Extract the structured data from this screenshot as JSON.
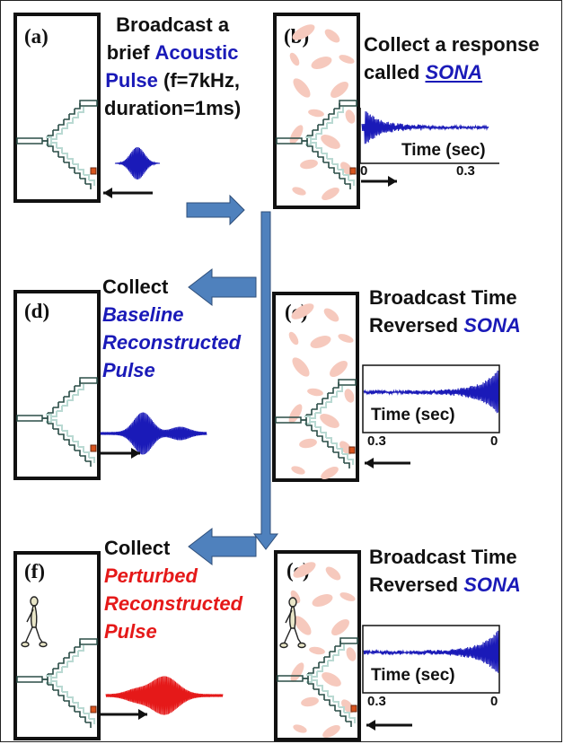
{
  "panels": {
    "a": {
      "label": "(a)",
      "lines": [
        [
          {
            "t": "Broadcast a",
            "c": "black"
          }
        ],
        [
          {
            "t": "brief ",
            "c": "black"
          },
          {
            "t": "Acoustic",
            "c": "blue"
          }
        ],
        [
          {
            "t": "Pulse",
            "c": "blue"
          },
          {
            "t": " (f=7kHz,",
            "c": "black"
          }
        ],
        [
          {
            "t": "duration=1ms)",
            "c": "black"
          }
        ]
      ]
    },
    "b": {
      "label": "(b)",
      "lines": [
        [
          {
            "t": "Collect a response",
            "c": "black"
          }
        ],
        [
          {
            "t": "called ",
            "c": "black"
          },
          {
            "t": "SONA",
            "c": "blue",
            "i": true,
            "u": true
          }
        ]
      ],
      "xlabel": "Time (sec)",
      "ticks": [
        "0",
        "0.3"
      ]
    },
    "c": {
      "label": "(c)",
      "lines": [
        [
          {
            "t": "Broadcast Time",
            "c": "black"
          }
        ],
        [
          {
            "t": "Reversed ",
            "c": "black"
          },
          {
            "t": "SONA",
            "c": "blue",
            "i": true
          }
        ]
      ],
      "xlabel": "Time (sec)",
      "ticks": [
        "0.3",
        "0"
      ]
    },
    "d": {
      "label": "(d)",
      "lines": [
        [
          {
            "t": "Collect",
            "c": "black"
          }
        ],
        [
          {
            "t": "Baseline",
            "c": "blue",
            "i": true
          }
        ],
        [
          {
            "t": "Reconstructed",
            "c": "blue",
            "i": true
          }
        ],
        [
          {
            "t": "Pulse",
            "c": "blue",
            "i": true
          }
        ]
      ]
    },
    "e": {
      "label": "(e)",
      "lines": [
        [
          {
            "t": "Broadcast Time",
            "c": "black"
          }
        ],
        [
          {
            "t": "Reversed ",
            "c": "black"
          },
          {
            "t": "SONA",
            "c": "blue",
            "i": true
          }
        ]
      ],
      "xlabel": "Time (sec)",
      "ticks": [
        "0.3",
        "0"
      ]
    },
    "f": {
      "label": "(f)",
      "lines": [
        [
          {
            "t": "Collect",
            "c": "black"
          }
        ],
        [
          {
            "t": "Perturbed",
            "c": "red",
            "i": true
          }
        ],
        [
          {
            "t": "Reconstructed",
            "c": "red",
            "i": true
          }
        ],
        [
          {
            "t": "Pulse",
            "c": "red",
            "i": true
          }
        ]
      ]
    }
  },
  "colors": {
    "blue": "#1a1ab8",
    "red": "#e51919",
    "arrow": "#4f81bd",
    "scatter": "#f6c9bd",
    "stair": "#b9d9d2",
    "source": "#d9541e"
  },
  "icons": {
    "walker": "walking-person-icon",
    "source": "speaker-source-icon"
  }
}
